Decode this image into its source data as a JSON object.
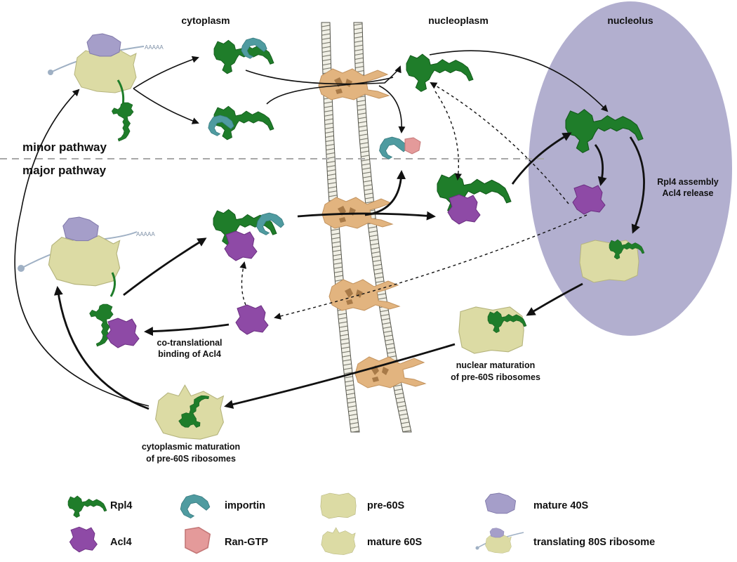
{
  "regions": {
    "cytoplasm": "cytoplasm",
    "nucleoplasm": "nucleoplasm",
    "nucleolus": "nucleolus"
  },
  "pathways": {
    "minor": "minor pathway",
    "major": "major pathway"
  },
  "captions": {
    "rpl4_assembly_line1": "Rpl4 assembly",
    "rpl4_assembly_line2": "Acl4 release",
    "cotranslational_line1": "co-translational",
    "cotranslational_line2": "binding of Acl4",
    "nuclear_line1": "nuclear maturation",
    "nuclear_line2": "of pre-60S ribosomes",
    "cytoplasmic_line1": "cytoplasmic maturation",
    "cytoplasmic_line2": "of pre-60S ribosomes"
  },
  "mrna_tails": {
    "minor": "AAAAA",
    "major": "AAAAA"
  },
  "legend": [
    {
      "label": "Rpl4",
      "icon": "rpl4-icon"
    },
    {
      "label": "importin",
      "icon": "importin-icon"
    },
    {
      "label": "pre-60S",
      "icon": "pre-60s-icon"
    },
    {
      "label": "mature 40S",
      "icon": "mature-40s-icon"
    },
    {
      "label": "Acl4",
      "icon": "acl4-icon"
    },
    {
      "label": "Ran-GTP",
      "icon": "ran-gtp-icon"
    },
    {
      "label": "mature 60S",
      "icon": "mature-60s-icon"
    },
    {
      "label": "translating 80S ribosome",
      "icon": "translating-80s-icon"
    }
  ],
  "colors": {
    "rpl4": "#1f7d2a",
    "acl4": "#8e4aa6",
    "importin": "#4f9ba0",
    "ran_gtp": "#e49a9a",
    "pre60s": "#dcdba4",
    "mature40s": "#a59ec9",
    "npc": "#e2b47f",
    "nucleolus": "#b2afcf",
    "envelope": "#ecebe1"
  }
}
